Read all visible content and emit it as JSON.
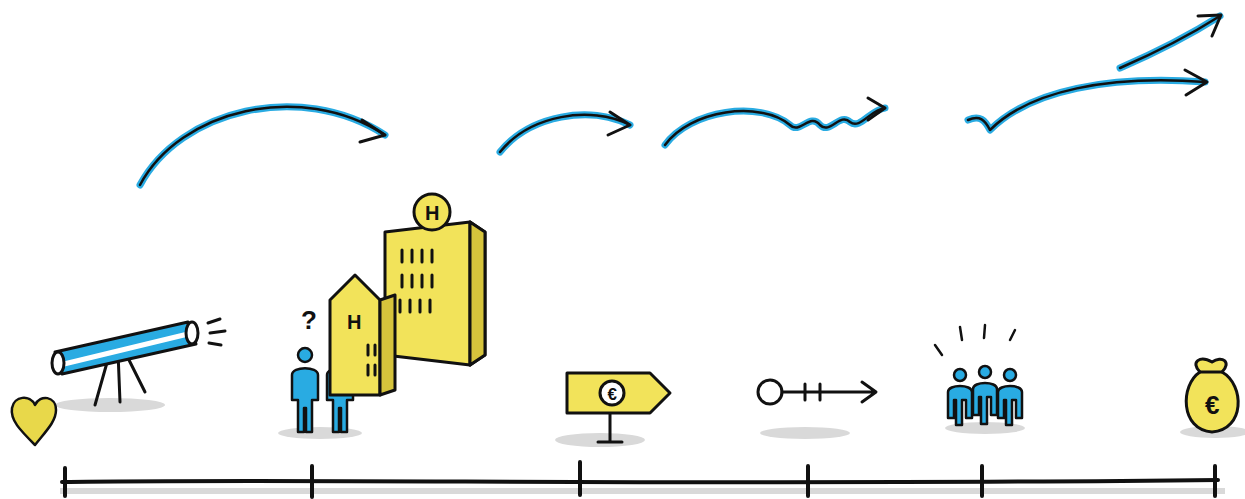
{
  "diagram": {
    "labels": [
      "?",
      "H",
      "H",
      "€",
      "€"
    ]
  }
}
